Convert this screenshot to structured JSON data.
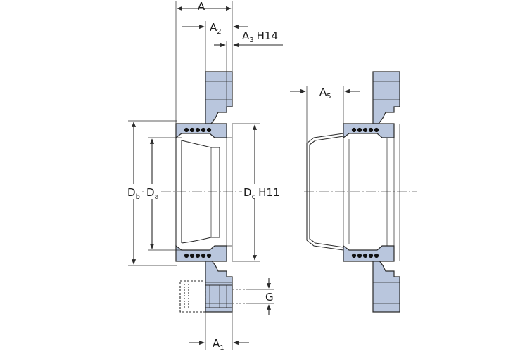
{
  "labels": {
    "a": "A",
    "a2_main": "A",
    "a2_sub": "2",
    "a3_main": "A",
    "a3_sub": "3",
    "a3_tol": "H14",
    "a5_main": "A",
    "a5_sub": "5",
    "db_main": "D",
    "db_sub": "b",
    "da_main": "D",
    "da_sub": "a",
    "dc_main": "D",
    "dc_sub": "c",
    "dc_tol": "H11",
    "g": "G",
    "a1_main": "A",
    "a1_sub": "1"
  },
  "colors": {
    "part_fill": "#b9c6dd",
    "line": "#2a2a2a"
  }
}
